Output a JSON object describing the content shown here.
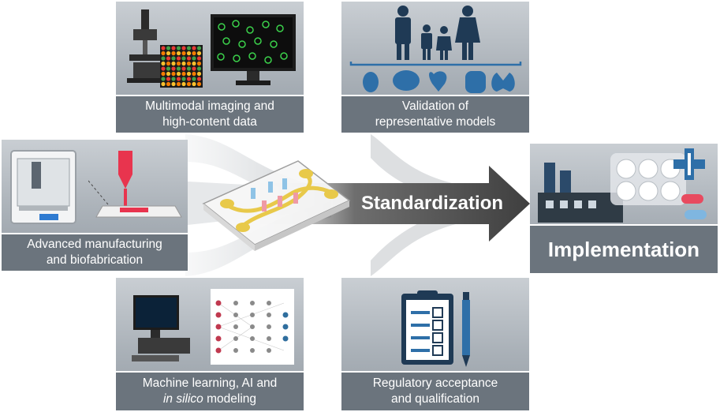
{
  "panels": {
    "imaging": {
      "line1": "Multimodal imaging and",
      "line2": "high-content data"
    },
    "validation": {
      "line1": "Validation of",
      "line2": "representative models"
    },
    "manufacturing": {
      "line1": "Advanced manufacturing",
      "line2": "and biofabrication"
    },
    "ml": {
      "line1": "Machine learning, AI and",
      "line2_italic": "in silico",
      "line2_rest": " modeling"
    },
    "regulatory": {
      "line1": "Regulatory acceptance",
      "line2": "and qualification"
    },
    "implementation": {
      "label": "Implementation"
    }
  },
  "center": {
    "arrow_label": "Standardization"
  },
  "colors": {
    "panel_caption": "#6b747d",
    "arrow": "#4d4d4d",
    "chip_yellow": "#e8c94a",
    "chip_blue": "#8fc3e6",
    "chip_pink": "#ef9aa5",
    "organ_blue": "#2e6fa8"
  },
  "icons": [
    "microscope-icon",
    "microarray-icon",
    "monitor-icon",
    "family-icon",
    "kidney-icon",
    "brain-icon",
    "heart-icon",
    "intestine-icon",
    "lungs-icon",
    "bioprinter-icon",
    "printhead-icon",
    "organ-chip-icon",
    "computer-icon",
    "neural-network-icon",
    "clipboard-checklist-icon",
    "pen-icon",
    "factory-icon",
    "well-plate-icon",
    "medical-star-icon",
    "pill-icon"
  ]
}
